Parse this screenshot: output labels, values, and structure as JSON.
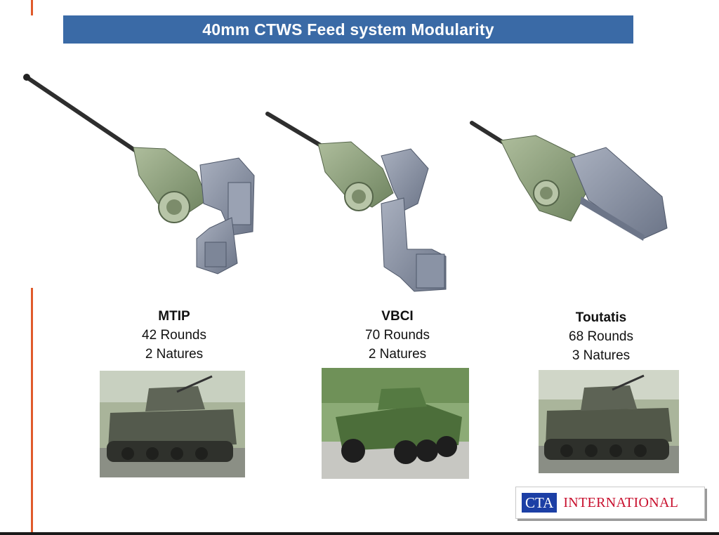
{
  "title": "40mm CTWS Feed system Modularity",
  "configs": [
    {
      "name": "MTIP",
      "rounds": "42 Rounds",
      "natures": "2 Natures"
    },
    {
      "name": "VBCI",
      "rounds": "70 Rounds",
      "natures": "2 Natures"
    },
    {
      "name": "Toutatis",
      "rounds": "68 Rounds",
      "natures": "3 Natures"
    }
  ],
  "logo": {
    "box": "CTA",
    "text": "INTERNATIONAL"
  },
  "colors": {
    "title_bar": "#3a6aa6",
    "accent": "#e05a2a",
    "gun_green": "#8ea27a",
    "feed_gray": "#8d96a8",
    "logo_blue": "#1c3fa5",
    "logo_red": "#c8102e"
  }
}
